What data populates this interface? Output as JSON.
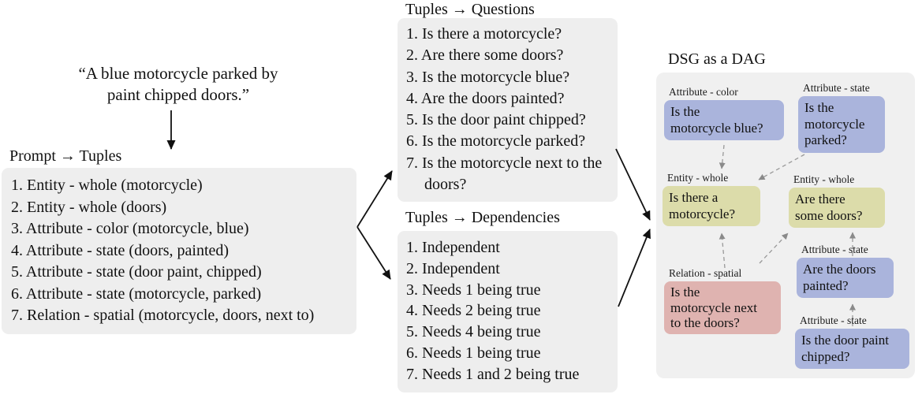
{
  "prompt": {
    "quote": "“A blue motorcycle parked by\npaint chipped doors.”",
    "tuples_title": "Prompt → Tuples",
    "tuples": [
      "1. Entity - whole (motorcycle)",
      "2. Entity - whole (doors)",
      "3. Attribute - color (motorcycle, blue)",
      "4. Attribute - state (doors, painted)",
      "5. Attribute - state (door paint, chipped)",
      "6. Attribute - state (motorcycle, parked)",
      "7. Relation - spatial (motorcycle, doors, next to)"
    ]
  },
  "questions": {
    "title": "Tuples → Questions",
    "items": [
      "1. Is there a motorcycle?",
      "2. Are there some doors?",
      "3. Is the motorcycle blue?",
      "4. Are the doors painted?",
      "5. Is the door paint chipped?",
      "6. Is the motorcycle parked?",
      "7. Is the motorcycle next to the doors?"
    ]
  },
  "dependencies": {
    "title": "Tuples → Dependencies",
    "items": [
      "1. Independent",
      "2. Independent",
      "3. Needs 1 being true",
      "4. Needs 2 being true",
      "5. Needs 4 being true",
      "6. Needs 1 being true",
      "7. Needs 1 and 2 being true"
    ]
  },
  "dag": {
    "title": "DSG as a DAG",
    "colors": {
      "attribute": "#aab4dc",
      "entity": "#dcdcaa",
      "relation": "#dfb3b0"
    },
    "nodes": [
      {
        "type_label": "Attribute - color",
        "category": "attribute",
        "question": "Is the\nmotorcycle blue?"
      },
      {
        "type_label": "Attribute - state",
        "category": "attribute",
        "question": "Is the\nmotorcycle\nparked?"
      },
      {
        "type_label": "Entity - whole",
        "category": "entity",
        "question": "Is there a\nmotorcycle?"
      },
      {
        "type_label": "Entity - whole",
        "category": "entity",
        "question": "Are there\nsome doors?"
      },
      {
        "type_label": "Relation - spatial",
        "category": "relation",
        "question": "Is the\nmotorcycle next\nto the doors?"
      },
      {
        "type_label": "Attribute - state",
        "category": "attribute",
        "question": "Are the doors\npainted?"
      },
      {
        "type_label": "Attribute - state",
        "category": "attribute",
        "question": "Is the door paint\nchipped?"
      }
    ]
  }
}
